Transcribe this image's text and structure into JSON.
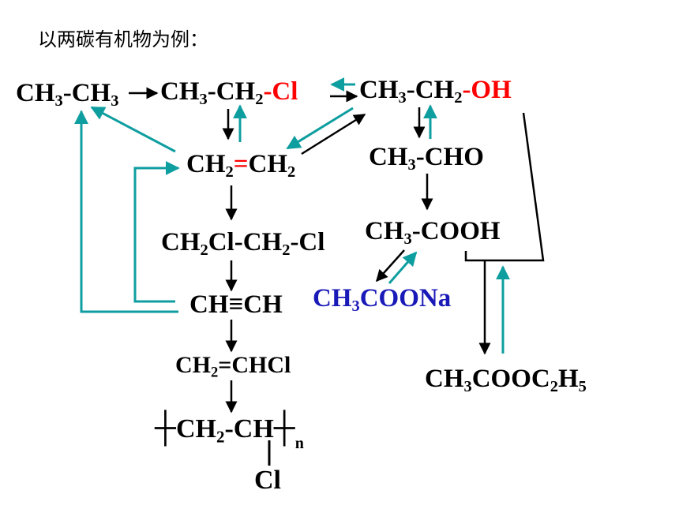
{
  "title": "以两碳有机物为例：",
  "compounds": {
    "ethane": {
      "ch3a": "CH",
      "s3a": "3",
      "dash": "-CH",
      "s3b": "3"
    },
    "chloroethane": {
      "ch3": "CH",
      "s3": "3",
      "mid": "-CH",
      "s2": "2",
      "cl": "-Cl"
    },
    "ethanol": {
      "ch3": "CH",
      "s3": "3",
      "mid": "-CH",
      "s2": "2",
      "oh": "-OH"
    },
    "ethylene": {
      "a": "CH",
      "s2a": "2",
      "eq": "=",
      "b": "CH",
      "s2b": "2"
    },
    "acetaldehyde": {
      "ch3": "CH",
      "s3": "3",
      "rest": "-CHO"
    },
    "dichloroethane": {
      "a": "CH",
      "s2a": "2",
      "mid": "Cl-CH",
      "s2b": "2",
      "end": "-Cl"
    },
    "acetic_acid": {
      "ch3": "CH",
      "s3": "3",
      "rest": "-COOH"
    },
    "acetylene": {
      "text": "CH≡CH"
    },
    "sodium_acetate": {
      "ch": "CH",
      "s3": "3",
      "rest": "COONa"
    },
    "vinyl_chloride": {
      "a": "CH",
      "s2": "2",
      "rest": "=CHCl"
    },
    "ethyl_acetate": {
      "ch": "CH",
      "s3": "3",
      "mid": "COOC",
      "s2": "2",
      "h": "H",
      "s5": "5"
    },
    "pvc": {
      "bracket_left": "┼",
      "a": "CH",
      "s2": "2",
      "mid": "-CH",
      "bracket_right": "┼",
      "n": "n",
      "cl": "Cl"
    }
  },
  "colors": {
    "black_arrow": "#000000",
    "teal_arrow": "#0f9ea0",
    "highlight_red": "#ff0000",
    "salt_blue": "#1a1ab8"
  }
}
